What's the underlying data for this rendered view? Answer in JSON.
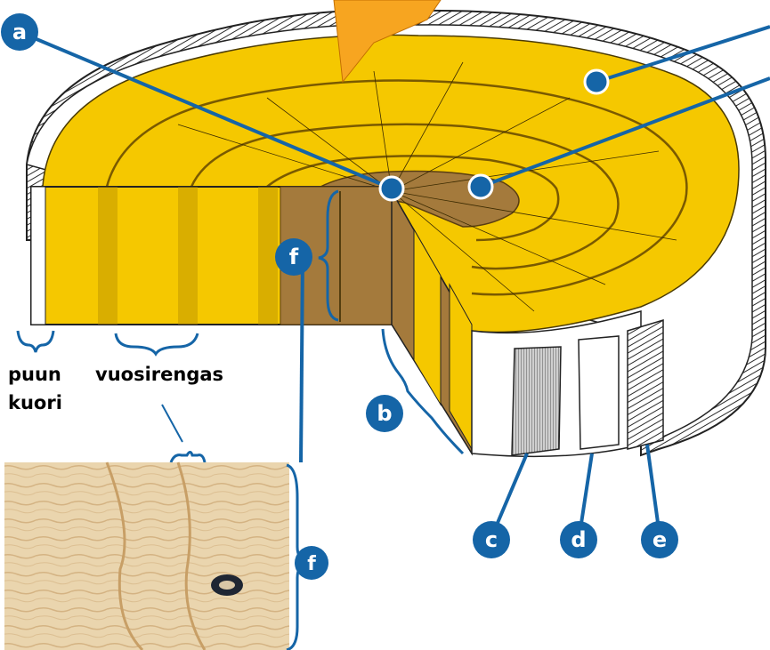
{
  "captions": {
    "bark_line1": "puun",
    "bark_line2": "kuori",
    "annual_ring": "vuosirengas"
  },
  "markers": [
    {
      "id": "a",
      "label": "a"
    },
    {
      "id": "b",
      "label": "b"
    },
    {
      "id": "c",
      "label": "c"
    },
    {
      "id": "d",
      "label": "d"
    },
    {
      "id": "e",
      "label": "e"
    },
    {
      "id": "f-upper",
      "label": "f"
    },
    {
      "id": "f-lower",
      "label": "f"
    }
  ],
  "colors": {
    "wood_yellow": "#f5c800",
    "heartwood_brown": "#a47a3c",
    "callout_blue": "#1565a7",
    "bark_dark": "#3a3a3a",
    "arrow_orange": "#f7a520",
    "photo_wood": "#e9d3ae"
  }
}
